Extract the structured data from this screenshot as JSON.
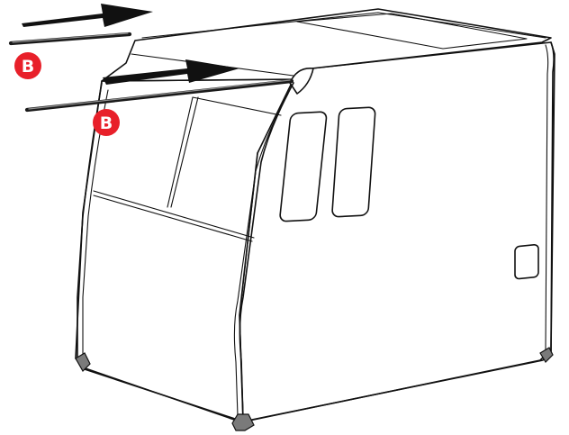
{
  "callouts": [
    {
      "id": "rod-b-upper",
      "letter": "B"
    },
    {
      "id": "rod-b-lower",
      "letter": "B"
    }
  ],
  "colors": {
    "callout": "#e8202a",
    "line": "#111111",
    "corner_cap": "#7a7a7a",
    "background": "#ffffff"
  }
}
